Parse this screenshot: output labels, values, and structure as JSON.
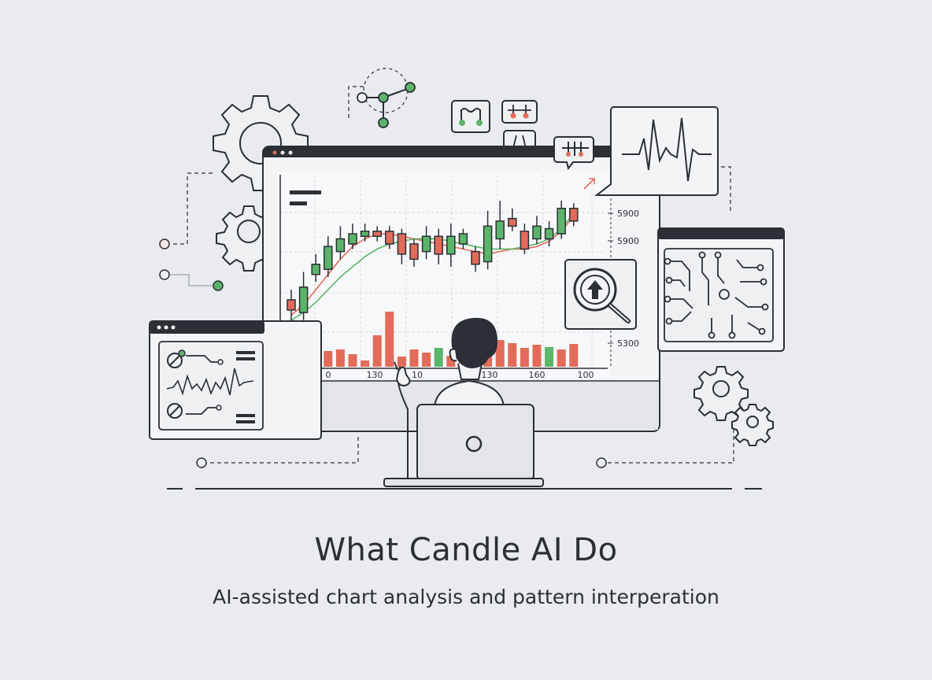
{
  "title": "What Candle AI Do",
  "subtitle": "AI-assisted chart analysis and pattern interperation",
  "colors": {
    "background": "#e9ebee",
    "ink": "#2b2f36",
    "bull": "#5bb56a",
    "bear": "#e26b5a",
    "panel": "#f3f4f6"
  },
  "chart_data": {
    "type": "candlestick",
    "title": "",
    "x_ticks": [
      "0",
      "130",
      "10",
      "130",
      "160",
      "100"
    ],
    "y_ticks": [
      "5900",
      "5900",
      "5300"
    ],
    "candles": [
      {
        "dir": "bear",
        "o": 22,
        "c": 18,
        "h": 26,
        "l": 13
      },
      {
        "dir": "bull",
        "o": 17,
        "c": 27,
        "h": 33,
        "l": 14
      },
      {
        "dir": "bull",
        "o": 32,
        "c": 36,
        "h": 40,
        "l": 29
      },
      {
        "dir": "bull",
        "o": 34,
        "c": 43,
        "h": 47,
        "l": 31
      },
      {
        "dir": "bull",
        "o": 41,
        "c": 46,
        "h": 51,
        "l": 38
      },
      {
        "dir": "bull",
        "o": 44,
        "c": 48,
        "h": 52,
        "l": 42
      },
      {
        "dir": "bull",
        "o": 47,
        "c": 49,
        "h": 52,
        "l": 45
      },
      {
        "dir": "bear",
        "o": 49,
        "c": 47,
        "h": 51,
        "l": 45
      },
      {
        "dir": "bear",
        "o": 49,
        "c": 44,
        "h": 51,
        "l": 42
      },
      {
        "dir": "bear",
        "o": 48,
        "c": 40,
        "h": 50,
        "l": 36
      },
      {
        "dir": "bear",
        "o": 44,
        "c": 38,
        "h": 46,
        "l": 35
      },
      {
        "dir": "bull",
        "o": 41,
        "c": 47,
        "h": 51,
        "l": 38
      },
      {
        "dir": "bear",
        "o": 47,
        "c": 40,
        "h": 50,
        "l": 36
      },
      {
        "dir": "bull",
        "o": 40,
        "c": 47,
        "h": 52,
        "l": 35
      },
      {
        "dir": "bull",
        "o": 44,
        "c": 48,
        "h": 50,
        "l": 42
      },
      {
        "dir": "bear",
        "o": 41,
        "c": 36,
        "h": 43,
        "l": 33
      },
      {
        "dir": "bull",
        "o": 37,
        "c": 51,
        "h": 57,
        "l": 34
      },
      {
        "dir": "bull",
        "o": 46,
        "c": 53,
        "h": 61,
        "l": 42
      },
      {
        "dir": "bear",
        "o": 54,
        "c": 51,
        "h": 58,
        "l": 49
      },
      {
        "dir": "bear",
        "o": 49,
        "c": 42,
        "h": 52,
        "l": 40
      },
      {
        "dir": "bull",
        "o": 46,
        "c": 51,
        "h": 55,
        "l": 44
      },
      {
        "dir": "bull",
        "o": 46,
        "c": 50,
        "h": 53,
        "l": 43
      },
      {
        "dir": "bull",
        "o": 48,
        "c": 58,
        "h": 61,
        "l": 46
      },
      {
        "dir": "bear",
        "o": 58,
        "c": 53,
        "h": 60,
        "l": 51
      }
    ],
    "ma_red": [
      16,
      20,
      26,
      32,
      38,
      43,
      46,
      48,
      48,
      47,
      46,
      45,
      44,
      43,
      42,
      41,
      40,
      41,
      42,
      42,
      43,
      45,
      49,
      55
    ],
    "ma_green": [
      14,
      17,
      21,
      26,
      31,
      35,
      39,
      42,
      44,
      45,
      46,
      46,
      46,
      45,
      44,
      43,
      42,
      42,
      42,
      43,
      44,
      46,
      50,
      56
    ],
    "volume": [
      {
        "dir": "bear",
        "v": 17
      },
      {
        "dir": "bear",
        "v": 11
      },
      {
        "dir": "bear",
        "v": 7
      },
      {
        "dir": "bear",
        "v": 20
      },
      {
        "dir": "bear",
        "v": 22
      },
      {
        "dir": "bear",
        "v": 16
      },
      {
        "dir": "bear",
        "v": 8
      },
      {
        "dir": "bear",
        "v": 40
      },
      {
        "dir": "bear",
        "v": 70
      },
      {
        "dir": "bear",
        "v": 13
      },
      {
        "dir": "bear",
        "v": 22
      },
      {
        "dir": "bear",
        "v": 18
      },
      {
        "dir": "bull",
        "v": 24
      },
      {
        "dir": "bear",
        "v": 14
      },
      {
        "dir": "bear",
        "v": 10
      },
      {
        "dir": "bull",
        "v": 12
      },
      {
        "dir": "bear",
        "v": 37
      },
      {
        "dir": "bear",
        "v": 34
      },
      {
        "dir": "bear",
        "v": 30
      },
      {
        "dir": "bear",
        "v": 24
      },
      {
        "dir": "bear",
        "v": 28
      },
      {
        "dir": "bull",
        "v": 25
      },
      {
        "dir": "bear",
        "v": 22
      },
      {
        "dir": "bear",
        "v": 29
      }
    ]
  }
}
